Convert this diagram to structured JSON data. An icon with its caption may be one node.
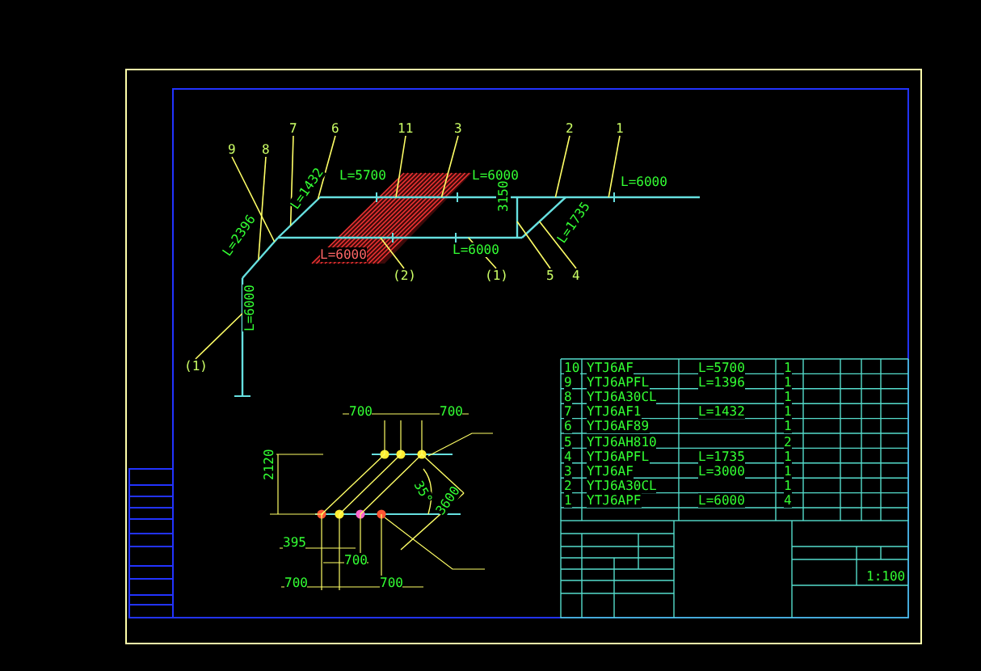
{
  "diagram": {
    "nodes": [
      {
        "text": [
          "9"
        ]
      },
      {
        "text": [
          "8"
        ]
      },
      {
        "text": [
          "7"
        ]
      },
      {
        "text": [
          "6"
        ]
      },
      {
        "text": [
          "11"
        ]
      },
      {
        "text": [
          "3"
        ]
      },
      {
        "text": [
          "2"
        ]
      },
      {
        "text": [
          "1"
        ]
      },
      {
        "text": [
          "(2)"
        ]
      },
      {
        "text": [
          "(1)"
        ]
      },
      {
        "text": [
          "5"
        ]
      },
      {
        "text": [
          "4"
        ]
      },
      {
        "text": [
          "(1)"
        ]
      },
      {
        "text": [],
        "shape": "bar"
      },
      {
        "text": [],
        "shape": "bar"
      },
      {
        "text": [],
        "shape": "bar"
      },
      {
        "text": [],
        "shape": "bar"
      },
      {
        "text": [],
        "shape": "bar"
      },
      {
        "text": [],
        "shape": "bar"
      },
      {
        "text": [],
        "shape": "bar"
      }
    ],
    "edges": [
      {
        "from": 0,
        "to": 14,
        "arrow": "none"
      },
      {
        "from": 1,
        "to": 14,
        "arrow": "none"
      },
      {
        "from": 2,
        "to": 15,
        "arrow": "none"
      },
      {
        "from": 3,
        "to": 15,
        "arrow": "none"
      },
      {
        "from": 4,
        "to": 16,
        "arrow": "none"
      },
      {
        "from": 5,
        "to": 16,
        "arrow": "none"
      },
      {
        "from": 6,
        "to": 16,
        "arrow": "none"
      },
      {
        "from": 7,
        "to": 16,
        "arrow": "none"
      },
      {
        "from": 8,
        "to": 17,
        "arrow": "none"
      },
      {
        "from": 9,
        "to": 17,
        "arrow": "none"
      },
      {
        "from": 10,
        "to": 19,
        "arrow": "none"
      },
      {
        "from": 11,
        "to": 18,
        "arrow": "none"
      },
      {
        "from": 12,
        "to": 13,
        "arrow": "none"
      }
    ],
    "labels": [
      "L=5700",
      "L=6000",
      "L=6000",
      "L=6000",
      "L=6000",
      "L=2396",
      "L=1432",
      "3150",
      "L=1735",
      "L=6000",
      "700",
      "700",
      "2120",
      "35°",
      "3600",
      "395",
      "700",
      "700",
      "700",
      "10",
      "YTJ6AF",
      "L=5700",
      "1",
      "9",
      "YTJ6APFL",
      "L=1396",
      "1",
      "8",
      "YTJ6A30CL",
      "1",
      "7",
      "YTJ6AF1",
      "L=1432",
      "1",
      "6",
      "YTJ6AF89",
      "1",
      "5",
      "YTJ6AH810",
      "2",
      "4",
      "YTJ6APFL",
      "L=1735",
      "1",
      "3",
      "YTJ6AF",
      "L=3000",
      "1",
      "2",
      "YTJ6A30CL",
      "1",
      "1",
      "YTJ6APF",
      "L=6000",
      "4",
      "1:100"
    ]
  }
}
